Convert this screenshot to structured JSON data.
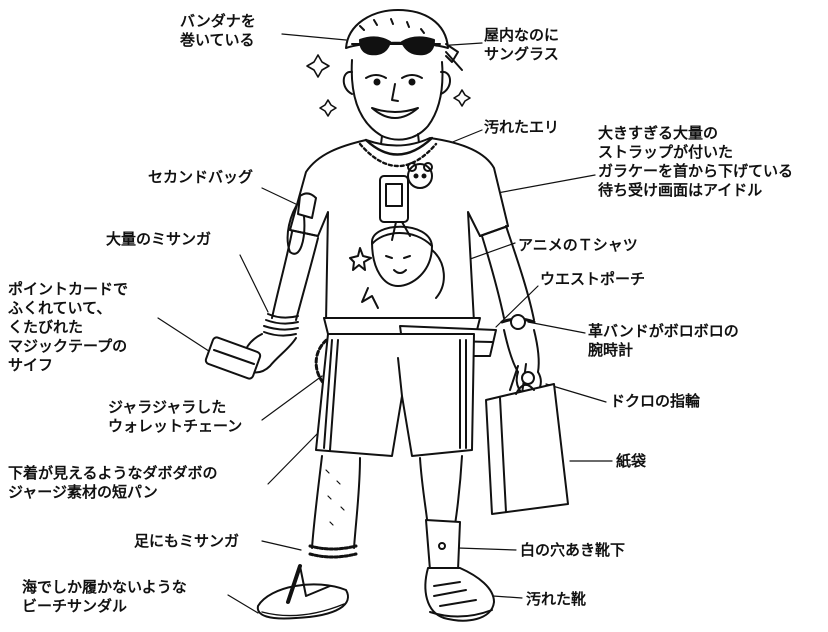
{
  "colors": {
    "ink": "#111111",
    "paper": "#ffffff"
  },
  "labels": {
    "bandana": [
      "バンダナを",
      "巻いている"
    ],
    "sunglasses": [
      "屋内なのに",
      "サングラス"
    ],
    "dirty_collar": [
      "汚れたエリ"
    ],
    "flip_phone": [
      "大きすぎる大量の",
      "ストラップが付いた",
      "ガラケーを首から下げている",
      "待ち受け画面はアイドル"
    ],
    "second_bag": [
      "セカンドバッグ"
    ],
    "misanga": [
      "大量のミサンガ"
    ],
    "anime_tshirt": [
      "アニメのＴシャツ"
    ],
    "waist_pouch": [
      "ウエストポーチ"
    ],
    "wallet": [
      "ポイントカードで",
      "ふくれていて、",
      "くたびれた",
      "マジックテープの",
      "サイフ"
    ],
    "watch": [
      "革バンドがボロボロの",
      "腕時計"
    ],
    "chain": [
      "ジャラジャラした",
      "ウォレットチェーン"
    ],
    "skull_ring": [
      "ドクロの指輪"
    ],
    "paper_bag": [
      "紙袋"
    ],
    "shorts": [
      "下着が見えるようなダボダボの",
      "ジャージ素材の短パン"
    ],
    "leg_misanga": [
      "足にもミサンガ"
    ],
    "socks": [
      "白の穴あき靴下"
    ],
    "sandals": [
      "海でしか履かないような",
      "ビーチサンダル"
    ],
    "shoes": [
      "汚れた靴"
    ]
  }
}
